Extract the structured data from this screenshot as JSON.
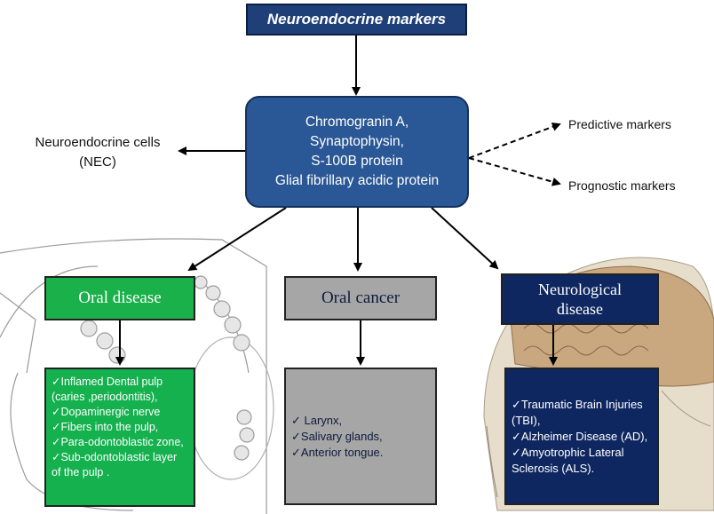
{
  "title": "Neuroendocrine markers",
  "central": {
    "lines": [
      "Chromogranin A,",
      "Synaptophysin,",
      "S-100B protein",
      "Glial fibrillary acidic protein"
    ]
  },
  "left_node": {
    "lines": [
      "Neuroendocrine cells",
      "(NEC)"
    ]
  },
  "right_nodes": {
    "predictive": "Predictive markers",
    "prognostic": "Prognostic markers"
  },
  "categories": {
    "oral_disease": {
      "label": "Oral disease",
      "items": [
        "✓Inflamed Dental pulp (caries ,periodontitis),",
        "✓Dopaminergic nerve",
        "✓Fibers into the pulp,",
        "✓Para-odontoblastic zone,",
        "✓Sub-odontoblastic layer of the pulp ."
      ]
    },
    "oral_cancer": {
      "label": "Oral cancer",
      "items": [
        "✓ Larynx,",
        "✓Salivary glands,",
        "✓Anterior tongue."
      ]
    },
    "neurological_disease": {
      "label_lines": [
        "Neurological",
        "disease"
      ],
      "items": [
        "✓Traumatic Brain Injuries (TBI),",
        "✓Alzheimer Disease (AD),",
        "✓Amyotrophic Lateral Sclerosis (ALS)."
      ]
    }
  },
  "colors": {
    "title_bg": "#1f3f78",
    "central_bg": "#2a5795",
    "oral_disease_bg": "#1ab04a",
    "oral_cancer_bg": "#a6a6a6",
    "neuro_bg": "#0f2760"
  }
}
